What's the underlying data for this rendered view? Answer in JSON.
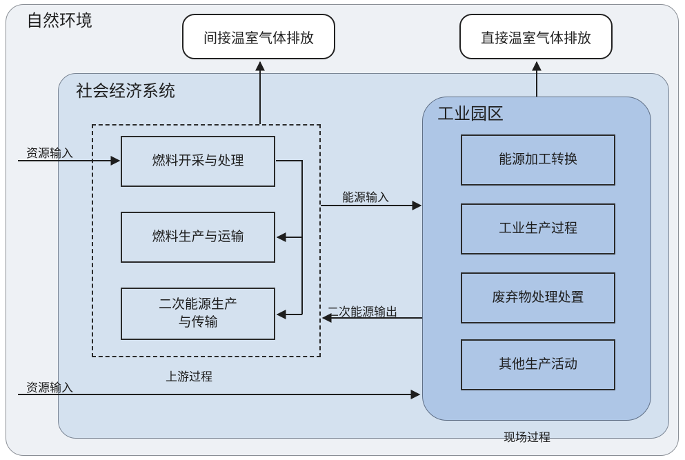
{
  "regions": {
    "natural_environment": "自然环境",
    "socio_economic_system": "社会经济系统",
    "industrial_park": "工业园区"
  },
  "emissions": {
    "indirect": "间接温室气体排放",
    "direct": "直接温室气体排放"
  },
  "upstream": {
    "caption": "上游过程",
    "boxes": [
      {
        "label": "燃料开采与处理"
      },
      {
        "label": "燃料生产与运输"
      },
      {
        "label": "二次能源生产\n与传输"
      }
    ]
  },
  "onsite": {
    "caption": "现场过程",
    "boxes": [
      {
        "label": "能源加工转换"
      },
      {
        "label": "工业生产过程"
      },
      {
        "label": "废弃物处理处置"
      },
      {
        "label": "其他生产活动"
      }
    ]
  },
  "flows": {
    "resource_input_upstream": "资源输入",
    "resource_input_park": "资源输入",
    "energy_input": "能源输入",
    "secondary_energy_output": "二次能源输出"
  }
}
